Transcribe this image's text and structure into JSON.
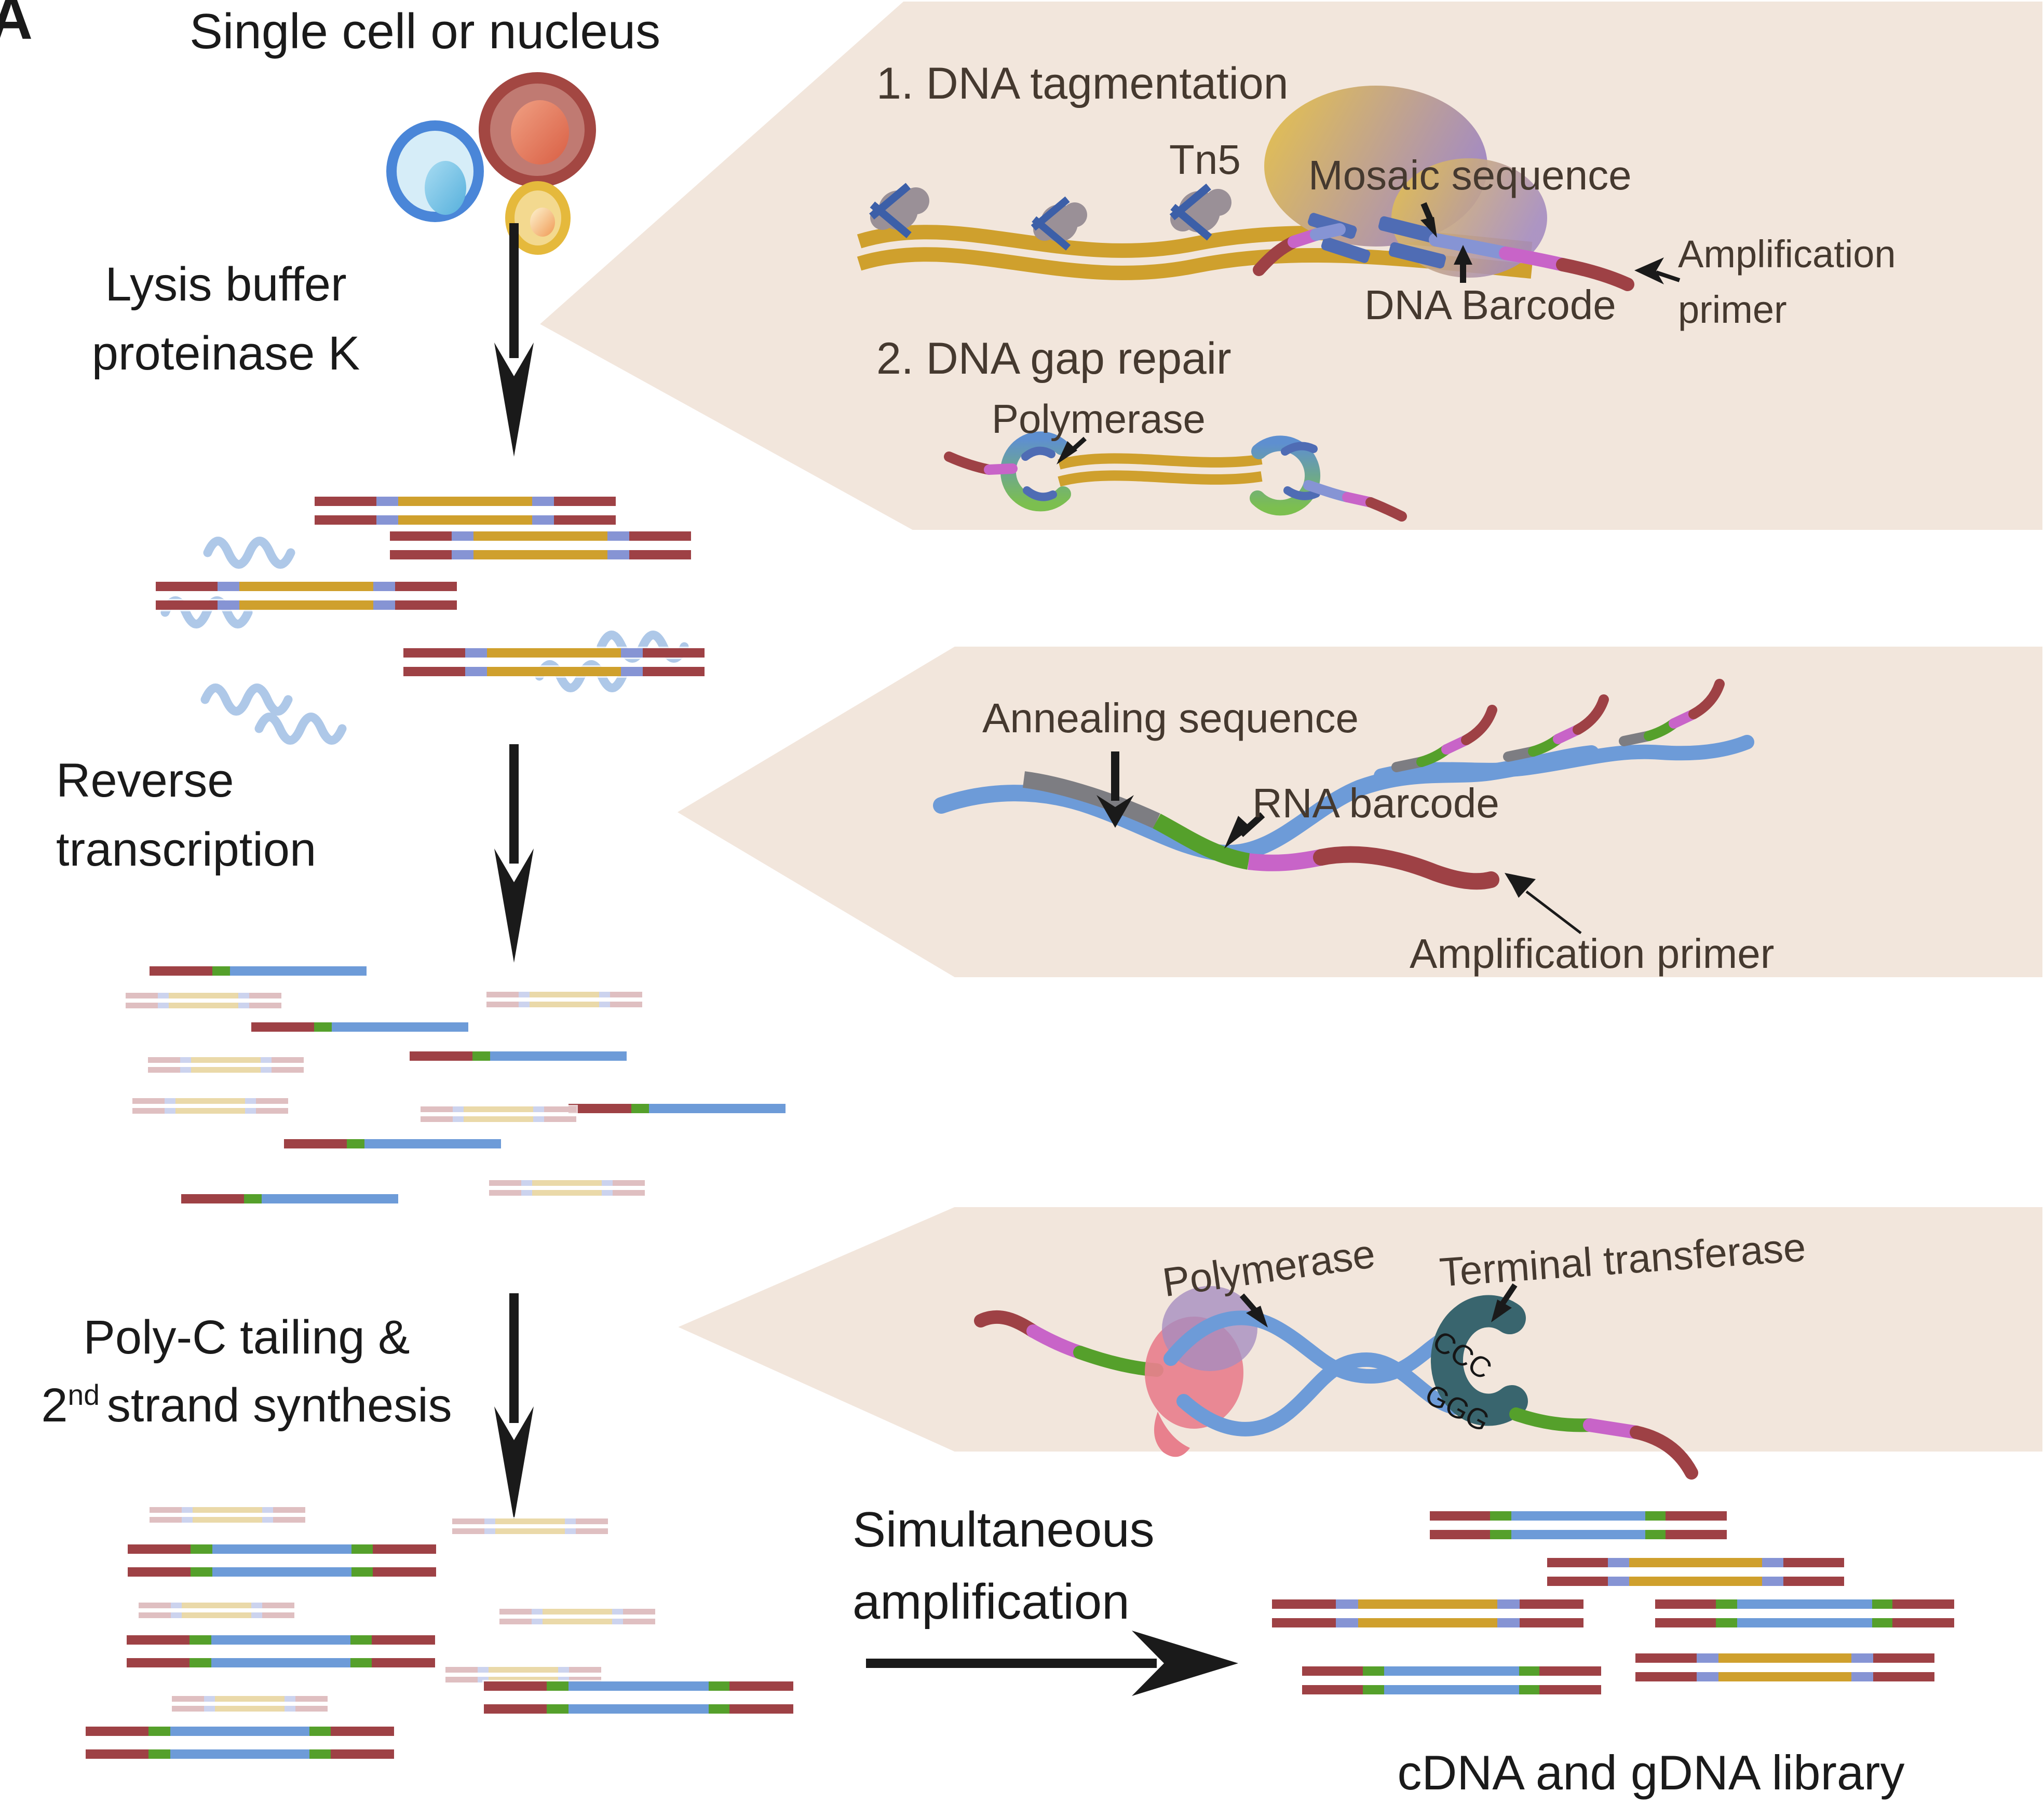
{
  "figure": {
    "panel_label": "A",
    "title": "Single cell or nucleus",
    "steps": {
      "lysis_line1": "Lysis buffer",
      "lysis_line2": "proteinase K",
      "rt_line1": "Reverse",
      "rt_line2": "transcription",
      "polyc_line1": "Poly-C tailing &",
      "polyc_line2_prefix": "2",
      "polyc_line2_sup": "nd",
      "polyc_line2_rest": "strand synthesis",
      "amp_line1": "Simultaneous",
      "amp_line2": "amplification",
      "library_caption": "cDNA and gDNA library"
    },
    "inset_tagmentation": {
      "step1_title": "1. DNA tagmentation",
      "tn5_label": "Tn5",
      "mosaic_label": "Mosaic sequence",
      "barcode_label": "DNA Barcode",
      "amp_primer_line1": "Amplification",
      "amp_primer_line2": "primer",
      "step2_title": "2. DNA gap repair",
      "polymerase_label": "Polymerase"
    },
    "inset_rt": {
      "annealing_label": "Annealing sequence",
      "rna_barcode_label": "RNA barcode",
      "amp_primer_label": "Amplification primer"
    },
    "inset_tailing": {
      "polymerase_label": "Polymerase",
      "terminal_label": "Terminal transferase",
      "ccc": "CCC",
      "ggg": "GGG"
    }
  },
  "colors": {
    "black": "#1a1a1a",
    "paneltext": "#45392f",
    "beige": "#f2e6dc",
    "brick": "#9e4145",
    "gold": "#cfa02d",
    "peri": "#8694d4",
    "green": "#55a02b",
    "blue": "#6d9bd8",
    "lightblue": "#aec8e8",
    "magenta": "#c864c8",
    "grey": "#7d7d82",
    "tn5grey": "#9a9097",
    "xblue": "#3c5fa8",
    "mosaic": "#4f6cb4",
    "teal": "#39656e",
    "fpink": "#dfbfc1",
    "fcream": "#ead9a9",
    "fperi": "#ccd3ee",
    "pinkenzyme": "#e8808d",
    "purpleblob": "#a58cc0",
    "goldblob": "#e7c34a",
    "enzgreen": "#7cbf4f",
    "enzblue": "#5e8fd0",
    "cellblue_stroke": "#4a86d8",
    "cellblue_fill": "#d6edf8",
    "cellblue_nucleus": "#6fc0e6",
    "cellred_stroke": "#a34742",
    "cellred_fill": "#c07a72",
    "cellred_nucleus": "#e2765b",
    "cellyellow_stroke": "#e5b93c",
    "cellyellow_fill": "#f3d98f",
    "cellyellow_nucleus": "#f09a55"
  }
}
